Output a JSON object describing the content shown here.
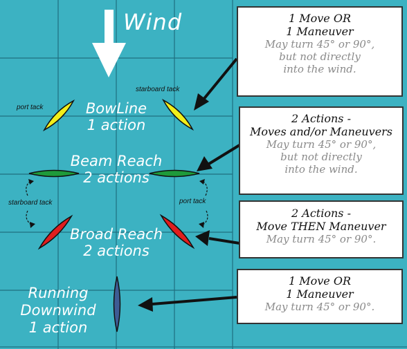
{
  "title": "Wind",
  "points_of_sail": [
    {
      "name": "BowLine",
      "actions": "1 action"
    },
    {
      "name": "Beam Reach",
      "actions": "2 actions"
    },
    {
      "name": "Broad Reach",
      "actions": "2 actions"
    },
    {
      "name": "Running",
      "name2": "Downwind",
      "actions": "1 action"
    }
  ],
  "tacks": {
    "port_top": "port tack",
    "starboard_top": "starboard tack",
    "starboard_mid": "starboard tack",
    "port_mid": "port tack"
  },
  "cards": [
    {
      "line1": "1 Move OR",
      "line2": "1 Maneuver",
      "notes": [
        "May turn 45° or 90°,",
        "but not directly",
        "into the wind."
      ]
    },
    {
      "line1": "2 Actions -",
      "line2": "Moves and/or Maneuvers",
      "notes": [
        "May turn 45° or 90°,",
        "but not directly",
        "into the wind."
      ]
    },
    {
      "line1": "2 Actions -",
      "line2": "Move THEN Maneuver",
      "notes": [
        "May turn 45° or 90°."
      ]
    },
    {
      "line1": "1 Move OR",
      "line2": "1 Maneuver",
      "notes": [
        "May turn 45° or 90°."
      ]
    }
  ],
  "colors": {
    "water": "#3cb2c2",
    "grid": "#1f6f80",
    "bowline_ship": "#f2ee1a",
    "beam_reach_ship": "#1e9a3a",
    "broad_reach_ship": "#e01e1e",
    "running_ship": "#3e5c94",
    "label_text": "#ffffff"
  },
  "icons": [
    "wind-arrow-icon",
    "pointer-arrow-icon",
    "turn-arrow-icon"
  ]
}
